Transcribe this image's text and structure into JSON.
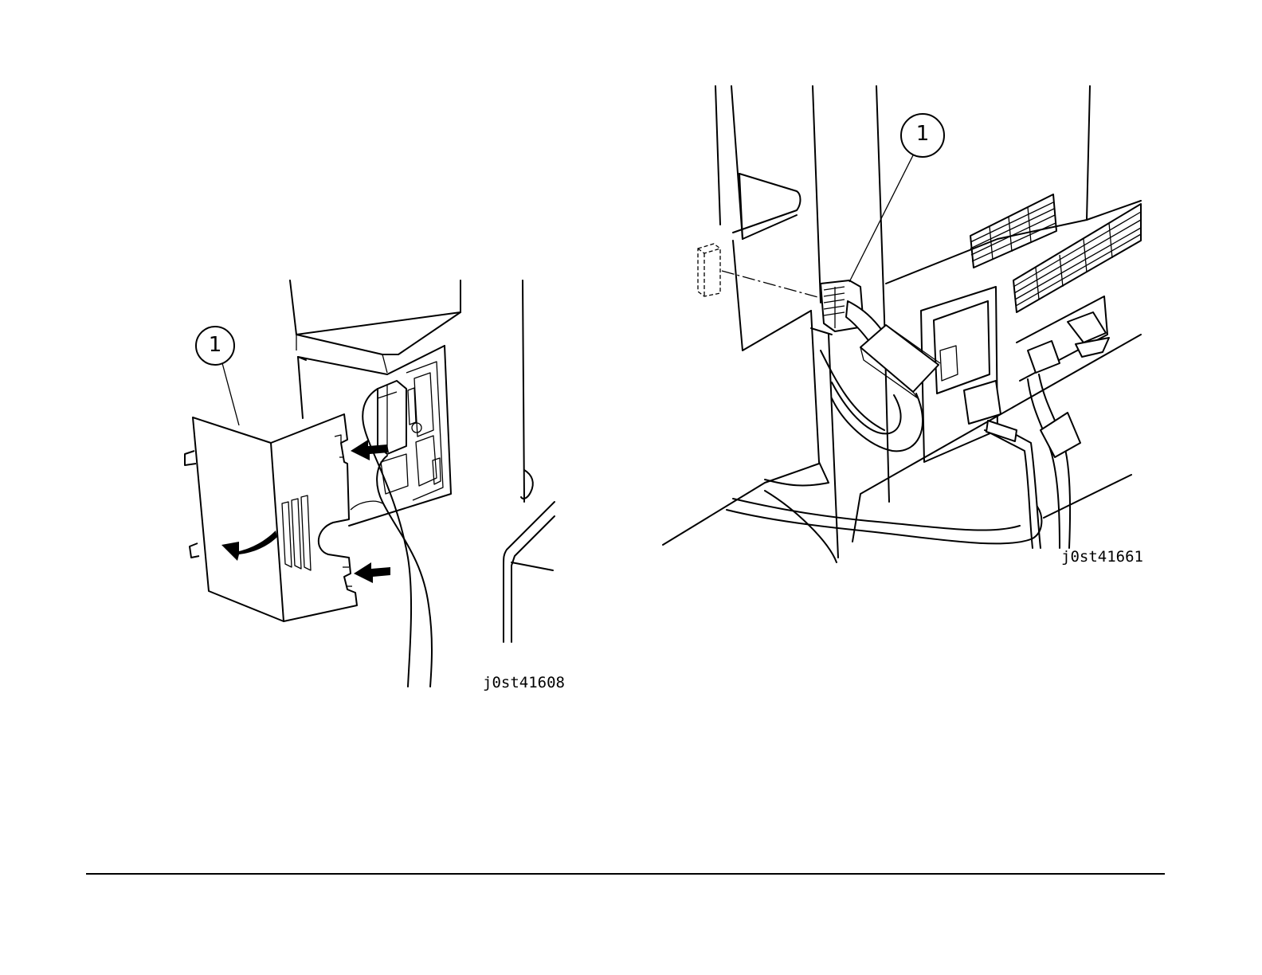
{
  "figures": [
    {
      "id_label": "j0st41608",
      "callout": "1",
      "parts": [
        "cover",
        "connector-panel",
        "cable",
        "push-arrows",
        "removal-arrow"
      ]
    },
    {
      "id_label": "j0st41661",
      "callout": "1",
      "parts": [
        "connector",
        "dashed-socket",
        "vent-grilles",
        "cables",
        "ports"
      ]
    }
  ],
  "footer": {
    "rule": true
  }
}
